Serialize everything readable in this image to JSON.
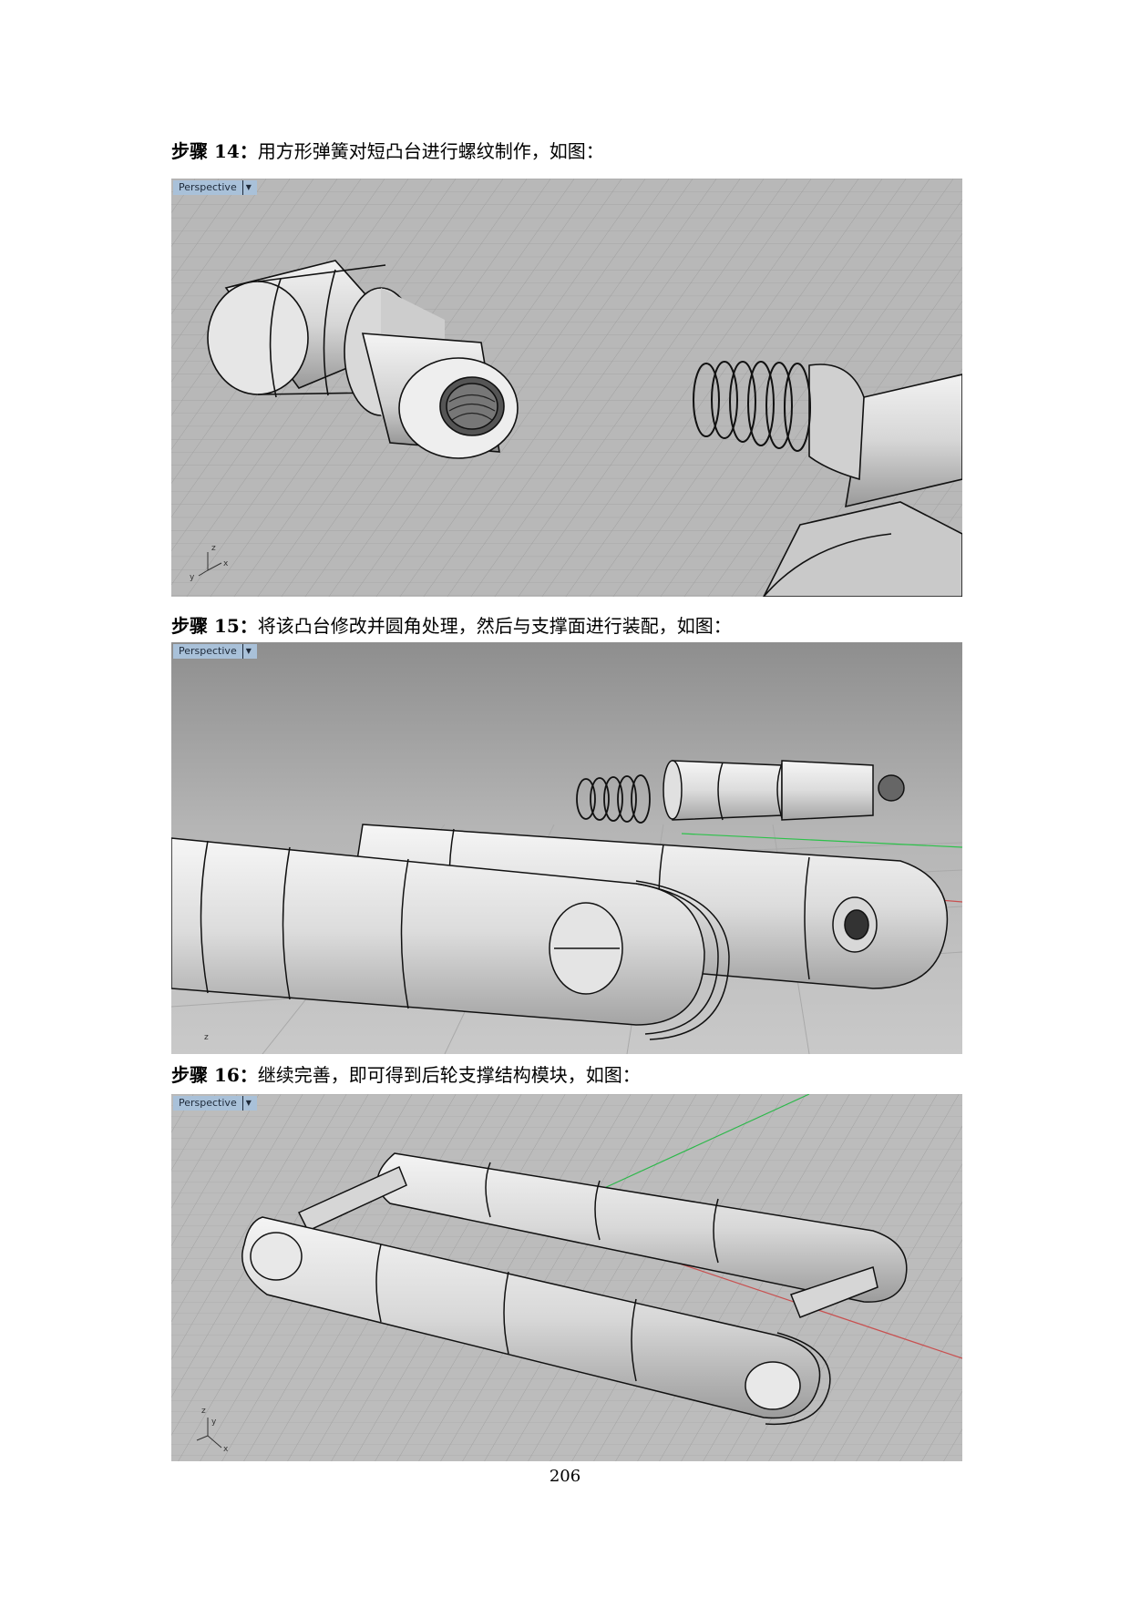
{
  "steps": [
    {
      "label": "步骤 14：",
      "text": "用方形弹簧对短凸台进行螺纹制作，如图："
    },
    {
      "label": "步骤 15：",
      "text": "将该凸台修改并圆角处理，然后与支撑面进行装配，如图："
    },
    {
      "label": "步骤 16：",
      "text": "继续完善，即可得到后轮支撑结构模块，如图："
    }
  ],
  "viewports": [
    {
      "name": "Perspective"
    },
    {
      "name": "Perspective"
    },
    {
      "name": "Perspective"
    }
  ],
  "icons": {
    "viewport_menu": "dropdown-arrow-icon",
    "axis_gizmo": "axis-icon"
  },
  "page_number": "206"
}
